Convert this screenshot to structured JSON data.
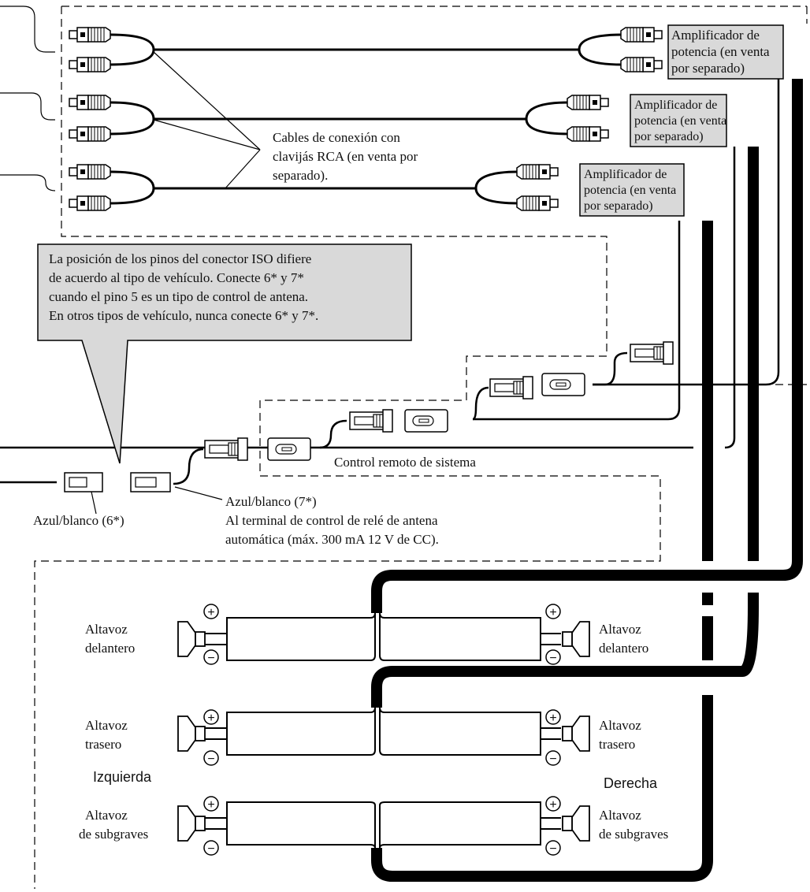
{
  "amplifiers": [
    {
      "line1": "Amplificador de",
      "line2": "potencia (en venta",
      "line3": "por separado)"
    },
    {
      "line1": "Amplificador de",
      "line2": "potencia (en venta",
      "line3": "por separado)"
    },
    {
      "line1": "Amplificador de",
      "line2": "potencia (en venta",
      "line3": "por separado)"
    }
  ],
  "rca_label": {
    "line1": "Cables de conexión con",
    "line2": "clavijás RCA (en venta por",
    "line3": "separado)."
  },
  "iso_note": {
    "line1": "La posición de los pinos del conector ISO difiere",
    "line2": "de acuerdo al tipo de vehículo. Conecte 6* y 7*",
    "line3": "cuando el pino 5 es un tipo de control de antena.",
    "line4": "En otros tipos de vehículo, nunca conecte 6* y 7*."
  },
  "system_remote": "Control remoto de sistema",
  "blue_white_6": "Azul/blanco (6*)",
  "blue_white_7": {
    "line1": "Azul/blanco (7*)",
    "line2": "Al terminal de control de relé de antena",
    "line3": "automática (máx. 300 mA 12 V de CC)."
  },
  "speakers": {
    "front_left": {
      "line1": "Altavoz",
      "line2": "delantero"
    },
    "front_right": {
      "line1": "Altavoz",
      "line2": "delantero"
    },
    "rear_left": {
      "line1": "Altavoz",
      "line2": "trasero"
    },
    "rear_right": {
      "line1": "Altavoz",
      "line2": "trasero"
    },
    "sub_left": {
      "line1": "Altavoz",
      "line2": "de subgraves"
    },
    "sub_right": {
      "line1": "Altavoz",
      "line2": "de subgraves"
    }
  },
  "side_left": "Izquierda",
  "side_right": "Derecha",
  "symbols": {
    "plus": "+",
    "minus": "−"
  },
  "colors": {
    "line": "#000000",
    "callout_fill": "#d9d9d9",
    "background": "#ffffff"
  }
}
